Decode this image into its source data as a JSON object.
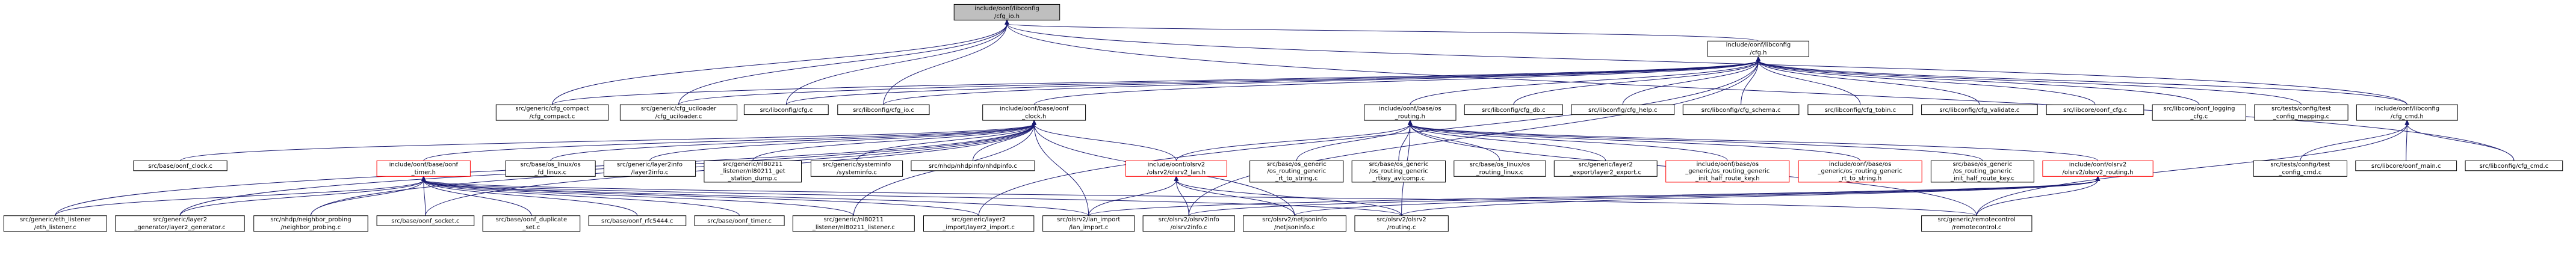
{
  "colors": {
    "edge": "#191970",
    "node_border": "#000000",
    "node_fill": "#ffffff",
    "root_fill": "#bfbfbf",
    "red_border": "#ff0000"
  },
  "nodes": [
    {
      "id": "cfg_io_h",
      "lines": [
        "include/oonf/libconfig",
        "/cfg_io.h"
      ],
      "style": "root"
    },
    {
      "id": "cfg_h",
      "lines": [
        "include/oonf/libconfig",
        "/cfg.h"
      ],
      "style": "normal"
    },
    {
      "id": "cfg_compact",
      "lines": [
        "src/generic/cfg_compact",
        "/cfg_compact.c"
      ],
      "style": "normal"
    },
    {
      "id": "cfg_uciloader",
      "lines": [
        "src/generic/cfg_uciloader",
        "/cfg_uciloader.c"
      ],
      "style": "normal"
    },
    {
      "id": "cfg_c",
      "lines": [
        "src/libconfig/cfg.c"
      ],
      "style": "normal"
    },
    {
      "id": "cfg_io_c",
      "lines": [
        "src/libconfig/cfg_io.c"
      ],
      "style": "normal"
    },
    {
      "id": "oonf_clock_h",
      "lines": [
        "include/oonf/base/oonf",
        "_clock.h"
      ],
      "style": "normal"
    },
    {
      "id": "os_routing_h",
      "lines": [
        "include/oonf/base/os",
        "_routing.h"
      ],
      "style": "normal"
    },
    {
      "id": "cfg_db_c",
      "lines": [
        "src/libconfig/cfg_db.c"
      ],
      "style": "normal"
    },
    {
      "id": "cfg_help_c",
      "lines": [
        "src/libconfig/cfg_help.c"
      ],
      "style": "normal"
    },
    {
      "id": "cfg_schema_c",
      "lines": [
        "src/libconfig/cfg_schema.c"
      ],
      "style": "normal"
    },
    {
      "id": "cfg_tobin_c",
      "lines": [
        "src/libconfig/cfg_tobin.c"
      ],
      "style": "normal"
    },
    {
      "id": "cfg_validate_c",
      "lines": [
        "src/libconfig/cfg_validate.c"
      ],
      "style": "normal"
    },
    {
      "id": "oonf_cfg_c",
      "lines": [
        "src/libcore/oonf_cfg.c"
      ],
      "style": "normal"
    },
    {
      "id": "oonf_logging_cfg_c",
      "lines": [
        "src/libcore/oonf_logging",
        "_cfg.c"
      ],
      "style": "normal"
    },
    {
      "id": "config_mapping_c",
      "lines": [
        "src/tests/config/test",
        "_config_mapping.c"
      ],
      "style": "normal"
    },
    {
      "id": "cfg_cmd_h",
      "lines": [
        "include/oonf/libconfig",
        "/cfg_cmd.h"
      ],
      "style": "normal"
    },
    {
      "id": "oonf_clock_c",
      "lines": [
        "src/base/oonf_clock.c"
      ],
      "style": "normal"
    },
    {
      "id": "oonf_timer_h",
      "lines": [
        "include/oonf/base/oonf",
        "_timer.h"
      ],
      "style": "red"
    },
    {
      "id": "os_fd_linux_c",
      "lines": [
        "src/base/os_linux/os",
        "_fd_linux.c"
      ],
      "style": "normal"
    },
    {
      "id": "layer2info_c",
      "lines": [
        "src/generic/layer2info",
        "/layer2info.c"
      ],
      "style": "normal"
    },
    {
      "id": "nl80211_get_station_dump_c",
      "lines": [
        "src/generic/nl80211",
        "_listener/nl80211_get",
        "_station_dump.c"
      ],
      "style": "normal"
    },
    {
      "id": "systeminfo_c",
      "lines": [
        "src/generic/systeminfo",
        "/systeminfo.c"
      ],
      "style": "normal"
    },
    {
      "id": "nhdpinfo_c",
      "lines": [
        "src/nhdp/nhdpinfo/nhdpinfo.c"
      ],
      "style": "normal"
    },
    {
      "id": "olsrv2_lan_h",
      "lines": [
        "include/oonf/olsrv2",
        "/olsrv2/olsrv2_lan.h"
      ],
      "style": "red"
    },
    {
      "id": "os_routing_generic_rt_to_string_c",
      "lines": [
        "src/base/os_generic",
        "/os_routing_generic",
        "_rt_to_string.c"
      ],
      "style": "normal"
    },
    {
      "id": "os_routing_generic_rtkey_avlcomp_c",
      "lines": [
        "src/base/os_generic",
        "/os_routing_generic",
        "_rtkey_avlcomp.c"
      ],
      "style": "normal"
    },
    {
      "id": "os_routing_linux_c",
      "lines": [
        "src/base/os_linux/os",
        "_routing_linux.c"
      ],
      "style": "normal"
    },
    {
      "id": "layer2_export_c",
      "lines": [
        "src/generic/layer2",
        "_export/layer2_export.c"
      ],
      "style": "normal"
    },
    {
      "id": "os_routing_generic_init_half_route_key_h",
      "lines": [
        "include/oonf/base/os",
        "_generic/os_routing_generic",
        "_init_half_route_key.h"
      ],
      "style": "red"
    },
    {
      "id": "os_routing_generic_rt_to_string_h",
      "lines": [
        "include/oonf/base/os",
        "_generic/os_routing_generic",
        "_rt_to_string.h"
      ],
      "style": "red"
    },
    {
      "id": "os_routing_generic_init_half_route_key_c",
      "lines": [
        "src/base/os_generic",
        "/os_routing_generic",
        "_init_half_route_key.c"
      ],
      "style": "normal"
    },
    {
      "id": "olsrv2_routing_h",
      "lines": [
        "include/oonf/olsrv2",
        "/olsrv2/olsrv2_routing.h"
      ],
      "style": "red"
    },
    {
      "id": "test_config_cmd_c",
      "lines": [
        "src/tests/config/test",
        "_config_cmd.c"
      ],
      "style": "normal"
    },
    {
      "id": "oonf_main_c",
      "lines": [
        "src/libcore/oonf_main.c"
      ],
      "style": "normal"
    },
    {
      "id": "cfg_cmd_c",
      "lines": [
        "src/libconfig/cfg_cmd.c"
      ],
      "style": "normal"
    },
    {
      "id": "eth_listener_c",
      "lines": [
        "src/generic/eth_listener",
        "/eth_listener.c"
      ],
      "style": "normal"
    },
    {
      "id": "layer2_generator_c",
      "lines": [
        "src/generic/layer2",
        "_generator/layer2_generator.c"
      ],
      "style": "normal"
    },
    {
      "id": "neighbor_probing_c",
      "lines": [
        "src/nhdp/neighbor_probing",
        "/neighbor_probing.c"
      ],
      "style": "normal"
    },
    {
      "id": "oonf_socket_c",
      "lines": [
        "src/base/oonf_socket.c"
      ],
      "style": "normal"
    },
    {
      "id": "oonf_duplicate_set_c",
      "lines": [
        "src/base/oonf_duplicate",
        "_set.c"
      ],
      "style": "normal"
    },
    {
      "id": "oonf_rfc5444_c",
      "lines": [
        "src/base/oonf_rfc5444.c"
      ],
      "style": "normal"
    },
    {
      "id": "oonf_timer_c",
      "lines": [
        "src/base/oonf_timer.c"
      ],
      "style": "normal"
    },
    {
      "id": "nl80211_listener_c",
      "lines": [
        "src/generic/nl80211",
        "_listener/nl80211_listener.c"
      ],
      "style": "normal"
    },
    {
      "id": "layer2_import_c",
      "lines": [
        "src/generic/layer2",
        "_import/layer2_import.c"
      ],
      "style": "normal"
    },
    {
      "id": "lan_import_c",
      "lines": [
        "src/olsrv2/lan_import",
        "/lan_import.c"
      ],
      "style": "normal"
    },
    {
      "id": "olsrv2info_c",
      "lines": [
        "src/olsrv2/olsrv2info",
        "/olsrv2info.c"
      ],
      "style": "normal"
    },
    {
      "id": "netjsoninfo_c",
      "lines": [
        "src/olsrv2/netjsoninfo",
        "/netjsoninfo.c"
      ],
      "style": "normal"
    },
    {
      "id": "olsrv2_routing_c",
      "lines": [
        "src/olsrv2/olsrv2",
        "/routing.c"
      ],
      "style": "normal"
    },
    {
      "id": "remotecontrol_c",
      "lines": [
        "src/generic/remotecontrol",
        "/remotecontrol.c"
      ],
      "style": "normal"
    }
  ],
  "edges": [
    [
      "cfg_io_h",
      "cfg_h"
    ],
    [
      "cfg_io_h",
      "cfg_compact"
    ],
    [
      "cfg_io_h",
      "cfg_uciloader"
    ],
    [
      "cfg_io_h",
      "cfg_c"
    ],
    [
      "cfg_io_h",
      "cfg_io_c"
    ],
    [
      "cfg_io_h",
      "cfg_cmd_h"
    ],
    [
      "cfg_io_h",
      "cfg_cmd_c"
    ],
    [
      "cfg_h",
      "cfg_compact"
    ],
    [
      "cfg_h",
      "cfg_uciloader"
    ],
    [
      "cfg_h",
      "cfg_c"
    ],
    [
      "cfg_h",
      "cfg_io_c"
    ],
    [
      "cfg_h",
      "oonf_clock_h"
    ],
    [
      "cfg_h",
      "os_routing_h"
    ],
    [
      "cfg_h",
      "cfg_db_c"
    ],
    [
      "cfg_h",
      "cfg_help_c"
    ],
    [
      "cfg_h",
      "cfg_schema_c"
    ],
    [
      "cfg_h",
      "cfg_tobin_c"
    ],
    [
      "cfg_h",
      "cfg_validate_c"
    ],
    [
      "cfg_h",
      "oonf_cfg_c"
    ],
    [
      "cfg_h",
      "oonf_logging_cfg_c"
    ],
    [
      "cfg_h",
      "config_mapping_c"
    ],
    [
      "cfg_h",
      "cfg_cmd_h"
    ],
    [
      "cfg_h",
      "layer2_import_c"
    ],
    [
      "cfg_h",
      "olsrv2info_c"
    ],
    [
      "oonf_clock_h",
      "oonf_clock_c"
    ],
    [
      "oonf_clock_h",
      "oonf_timer_h"
    ],
    [
      "oonf_clock_h",
      "os_fd_linux_c"
    ],
    [
      "oonf_clock_h",
      "layer2info_c"
    ],
    [
      "oonf_clock_h",
      "nl80211_get_station_dump_c"
    ],
    [
      "oonf_clock_h",
      "systeminfo_c"
    ],
    [
      "oonf_clock_h",
      "nhdpinfo_c"
    ],
    [
      "oonf_clock_h",
      "olsrv2_lan_h"
    ],
    [
      "oonf_clock_h",
      "eth_listener_c"
    ],
    [
      "oonf_clock_h",
      "layer2_generator_c"
    ],
    [
      "oonf_clock_h",
      "neighbor_probing_c"
    ],
    [
      "oonf_clock_h",
      "oonf_socket_c"
    ],
    [
      "oonf_clock_h",
      "nl80211_listener_c"
    ],
    [
      "oonf_clock_h",
      "lan_import_c"
    ],
    [
      "oonf_clock_h",
      "netjsoninfo_c"
    ],
    [
      "os_routing_h",
      "olsrv2_lan_h"
    ],
    [
      "os_routing_h",
      "os_routing_generic_rt_to_string_c"
    ],
    [
      "os_routing_h",
      "os_routing_generic_rtkey_avlcomp_c"
    ],
    [
      "os_routing_h",
      "os_routing_linux_c"
    ],
    [
      "os_routing_h",
      "layer2_export_c"
    ],
    [
      "os_routing_h",
      "os_routing_generic_init_half_route_key_h"
    ],
    [
      "os_routing_h",
      "os_routing_generic_rt_to_string_h"
    ],
    [
      "os_routing_h",
      "os_routing_generic_init_half_route_key_c"
    ],
    [
      "os_routing_h",
      "olsrv2_routing_h"
    ],
    [
      "os_routing_h",
      "remotecontrol_c"
    ],
    [
      "os_routing_h",
      "olsrv2_routing_c"
    ],
    [
      "oonf_timer_h",
      "eth_listener_c"
    ],
    [
      "oonf_timer_h",
      "layer2_generator_c"
    ],
    [
      "oonf_timer_h",
      "neighbor_probing_c"
    ],
    [
      "oonf_timer_h",
      "oonf_socket_c"
    ],
    [
      "oonf_timer_h",
      "oonf_duplicate_set_c"
    ],
    [
      "oonf_timer_h",
      "oonf_rfc5444_c"
    ],
    [
      "oonf_timer_h",
      "oonf_timer_c"
    ],
    [
      "oonf_timer_h",
      "nl80211_listener_c"
    ],
    [
      "oonf_timer_h",
      "layer2_import_c"
    ],
    [
      "oonf_timer_h",
      "lan_import_c"
    ],
    [
      "oonf_timer_h",
      "olsrv2_routing_c"
    ],
    [
      "oonf_timer_h",
      "remotecontrol_c"
    ],
    [
      "olsrv2_lan_h",
      "lan_import_c"
    ],
    [
      "olsrv2_lan_h",
      "olsrv2info_c"
    ],
    [
      "olsrv2_lan_h",
      "netjsoninfo_c"
    ],
    [
      "olsrv2_lan_h",
      "olsrv2_routing_c"
    ],
    [
      "olsrv2_routing_h",
      "lan_import_c"
    ],
    [
      "olsrv2_routing_h",
      "olsrv2info_c"
    ],
    [
      "olsrv2_routing_h",
      "netjsoninfo_c"
    ],
    [
      "olsrv2_routing_h",
      "olsrv2_routing_c"
    ],
    [
      "olsrv2_routing_h",
      "remotecontrol_c"
    ],
    [
      "cfg_cmd_h",
      "test_config_cmd_c"
    ],
    [
      "cfg_cmd_h",
      "oonf_main_c"
    ],
    [
      "cfg_cmd_h",
      "cfg_cmd_c"
    ],
    [
      "cfg_cmd_h",
      "remotecontrol_c"
    ]
  ]
}
